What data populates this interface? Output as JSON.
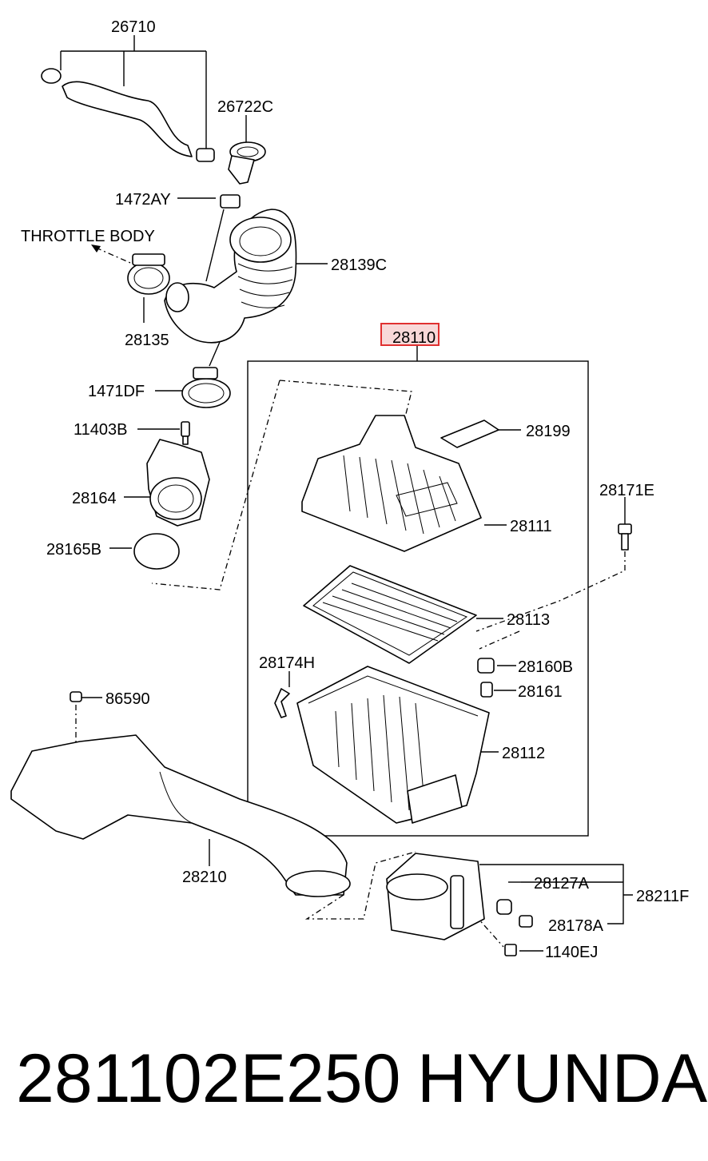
{
  "labels": {
    "l26710": "26710",
    "l26722C": "26722C",
    "l1472AY": "1472AY",
    "throttle": "THROTTLE BODY",
    "l28139C": "28139C",
    "l28135": "28135",
    "l28110": "28110",
    "l1471DF": "1471DF",
    "l11403B": "11403B",
    "l28199": "28199",
    "l28164": "28164",
    "l28171E": "28171E",
    "l28111": "28111",
    "l28165B": "28165B",
    "l28113": "28113",
    "l28174H": "28174H",
    "l28160B": "28160B",
    "l28161": "28161",
    "l86590": "86590",
    "l28112": "28112",
    "l28210": "28210",
    "l28127A": "28127A",
    "l28211F": "28211F",
    "l28178A": "28178A",
    "l1140EJ": "1140EJ"
  },
  "highlight_color": "#e03030",
  "footer": {
    "part_number": "281102E250",
    "brand": "HYUNDAI"
  }
}
